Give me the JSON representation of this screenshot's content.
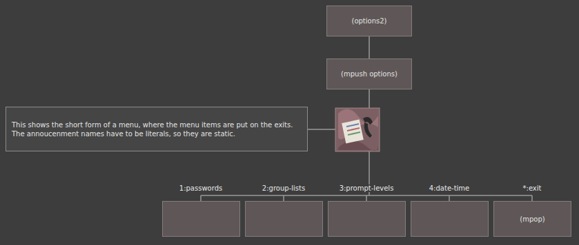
{
  "diagram": {
    "nodes": [
      {
        "text": [
          "(options2)"
        ]
      },
      {
        "text": [
          "(mpush options)"
        ]
      },
      {
        "text": [
          "This shows the short form of a menu, where the menu items are put on the exits. The annoucenment names have to be literals, so they are static."
        ]
      },
      {
        "text": [
          "(mpop)"
        ]
      }
    ],
    "edges": [
      {
        "from": 0,
        "to": 1,
        "arrow": "none"
      }
    ],
    "labels": [
      "1:passwords",
      "2:group-lists",
      "3:prompt-levels",
      "4:date-time",
      "*:exit"
    ]
  }
}
